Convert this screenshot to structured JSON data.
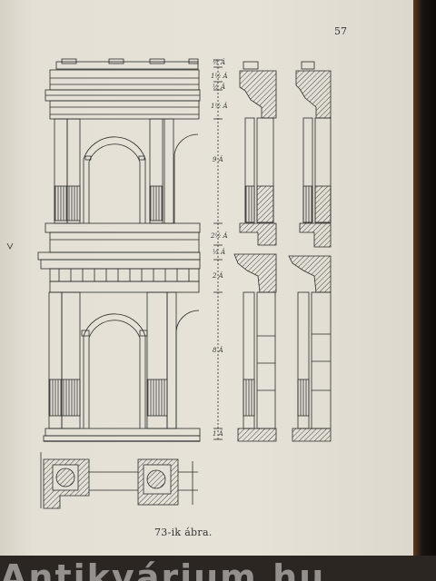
{
  "page": {
    "number": "57",
    "caption": "73-ik ábra."
  },
  "dimensions": {
    "d1": "½ Á",
    "d2": "1½ Á",
    "d3": "½ Á",
    "d4": "1½ Á",
    "d5": "9 Á",
    "d6": "2½ Á",
    "d7": "½ Á",
    "d8": "2 Á",
    "d9": "8 Á",
    "d10": "1 Á"
  },
  "watermark": "Antikvárium.hu"
}
